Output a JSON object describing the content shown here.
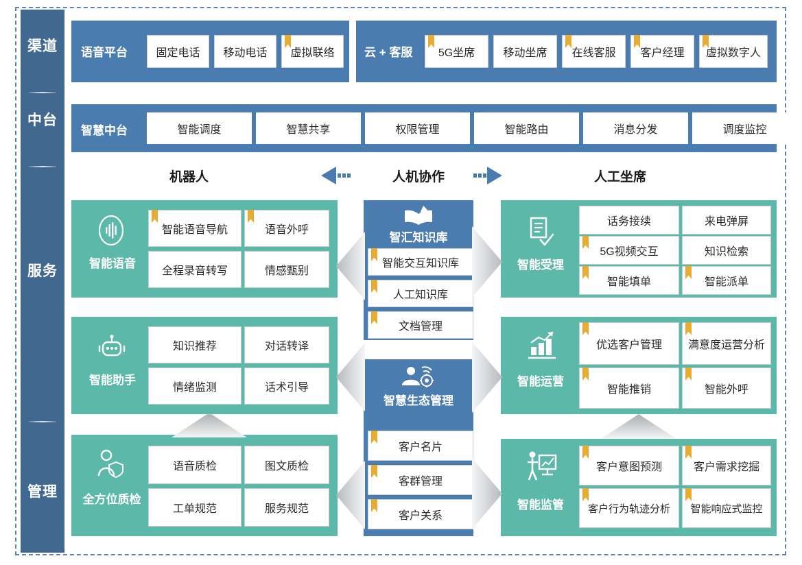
{
  "rail": {
    "items": [
      {
        "label": "渠道",
        "name": "rail-item-channel"
      },
      {
        "label": "中台",
        "name": "rail-item-midplatform"
      },
      {
        "label": "服务",
        "name": "rail-item-service"
      },
      {
        "label": "管理",
        "name": "rail-item-management"
      }
    ]
  },
  "channel": {
    "groups": [
      {
        "title": "语音平台",
        "items": [
          {
            "label": "固定电话",
            "ribbon": false
          },
          {
            "label": "移动电话",
            "ribbon": false
          },
          {
            "label": "虚拟联络",
            "ribbon": true
          }
        ]
      },
      {
        "title": "云 + 客服",
        "items": [
          {
            "label": "5G坐席",
            "ribbon": true
          },
          {
            "label": "移动坐席",
            "ribbon": false
          },
          {
            "label": "在线客服",
            "ribbon": true
          },
          {
            "label": "客户经理",
            "ribbon": true
          },
          {
            "label": "虚拟数字人",
            "ribbon": true
          }
        ]
      }
    ]
  },
  "midplatform": {
    "title": "智慧中台",
    "items": [
      {
        "label": "智能调度"
      },
      {
        "label": "智慧共享"
      },
      {
        "label": "权限管理"
      },
      {
        "label": "智能路由"
      },
      {
        "label": "消息分发"
      },
      {
        "label": "调度监控"
      }
    ]
  },
  "headers": {
    "left": "机器人",
    "center": "人机协作",
    "right": "人工坐席",
    "arrow_left_icon": "arrow-left-icon",
    "arrow_right_icon": "arrow-right-icon"
  },
  "left_modules": [
    {
      "title": "智能语音",
      "icon": "voice-wave-icon",
      "cols": 2,
      "items": [
        {
          "label": "智能语音导航",
          "ribbon": true
        },
        {
          "label": "语音外呼",
          "ribbon": true
        },
        {
          "label": "全程录音转写",
          "ribbon": false
        },
        {
          "label": "情感甄别",
          "ribbon": false
        }
      ]
    },
    {
      "title": "智能助手",
      "icon": "robot-icon",
      "cols": 2,
      "items": [
        {
          "label": "知识推荐",
          "ribbon": false
        },
        {
          "label": "对话转译",
          "ribbon": false
        },
        {
          "label": "情绪监测",
          "ribbon": false
        },
        {
          "label": "话术引导",
          "ribbon": false
        }
      ]
    },
    {
      "title": "全方位质检",
      "icon": "person-shield-icon",
      "cols": 2,
      "items": [
        {
          "label": "语音质检",
          "ribbon": false
        },
        {
          "label": "图文质检",
          "ribbon": false
        },
        {
          "label": "工单规范",
          "ribbon": false
        },
        {
          "label": "服务规范",
          "ribbon": false
        }
      ]
    }
  ],
  "center_modules": [
    {
      "title": "智汇知识库",
      "icon": "open-book-pen-icon",
      "items": [
        {
          "label": "智能交互知识库",
          "ribbon": true
        },
        {
          "label": "人工知识库",
          "ribbon": true
        },
        {
          "label": "文档管理",
          "ribbon": true
        }
      ]
    },
    {
      "title": "智慧生态管理",
      "icon": "smart-ecology-icon",
      "items": [
        {
          "label": "客户名片",
          "ribbon": true
        },
        {
          "label": "客群管理",
          "ribbon": true
        },
        {
          "label": "客户关系",
          "ribbon": true
        }
      ]
    }
  ],
  "right_modules": [
    {
      "title": "智能受理",
      "icon": "document-check-icon",
      "cols": 2,
      "items": [
        {
          "label": "话务接续",
          "ribbon": false
        },
        {
          "label": "来电弹屏",
          "ribbon": false
        },
        {
          "label": "5G视频交互",
          "ribbon": true
        },
        {
          "label": "知识检索",
          "ribbon": false
        },
        {
          "label": "智能填单",
          "ribbon": true
        },
        {
          "label": "智能派单",
          "ribbon": true
        }
      ]
    },
    {
      "title": "智能运营",
      "icon": "growth-chart-icon",
      "cols": 2,
      "items": [
        {
          "label": "优选客户管理",
          "ribbon": true
        },
        {
          "label": "满意度运营分析",
          "ribbon": true
        },
        {
          "label": "智能推销",
          "ribbon": true
        },
        {
          "label": "智能外呼",
          "ribbon": true
        }
      ]
    },
    {
      "title": "智能监管",
      "icon": "presenter-board-icon",
      "cols": 2,
      "items": [
        {
          "label": "客户意图预测",
          "ribbon": true
        },
        {
          "label": "客户需求挖掘",
          "ribbon": true
        },
        {
          "label": "客户行为轨迹分析",
          "ribbon": true
        },
        {
          "label": "智能响应式监控",
          "ribbon": true
        }
      ]
    }
  ],
  "colors": {
    "blue": "#4b7cb0",
    "rail_blue": "#41698f",
    "teal": "#5cb8a8",
    "ribbon_gold": "#e8ab33",
    "frame_dash": "#5b84b1",
    "connector_gray": "#c4c7cb"
  }
}
